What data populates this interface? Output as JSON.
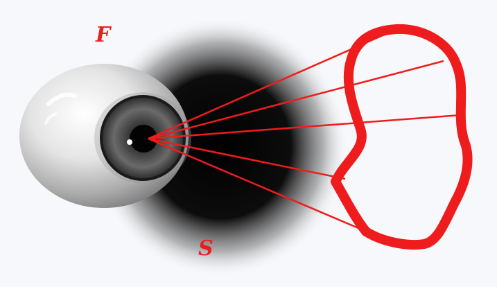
{
  "labels": {
    "f": "F",
    "s": "S"
  },
  "colors": {
    "accent": "#ee1c1c",
    "background": "#f7f8fb",
    "shadow": "#000000"
  },
  "elements": {
    "eye": "eyeball",
    "shadow": "dark-blurred-shadow",
    "rays": "red-sight-lines",
    "outline": "red-irregular-closed-outline"
  }
}
